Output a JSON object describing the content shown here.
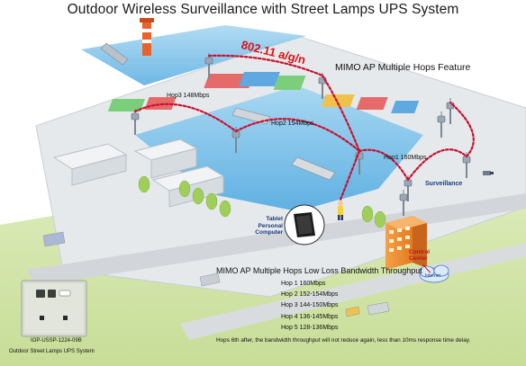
{
  "title": "Outdoor Wireless Surveillance with Street Lamps UPS System",
  "wifi_label": "802.11 a/g/n",
  "feature_label": "MIMO AP Multiple Hops Feature",
  "hop_labels": {
    "hop3": "Hop3 148Mbps",
    "hop2": "Hop2 154Mbps",
    "hop1": "Hop1 160Mbps"
  },
  "surveillance_label": "Surveillance",
  "tablet_label": [
    "Tablet",
    "Personal",
    "Computer"
  ],
  "control_center_label": [
    "Control",
    "Center"
  ],
  "internet_label": "Internet",
  "bandwidth": {
    "title": "MIMO AP Multiple Hops Low Loss Bandwidth Throughput",
    "hops": [
      "Hop 1 160Mbps",
      "Hop 2 152-154Mbps",
      "Hop 3 144-150Mbps",
      "Hop 4 136-145Mbps",
      "Hop 5 128-136Mbps"
    ],
    "note": "Hops 6th after, the bandwidth throughput will not reduce again, less than 10ms response time delay."
  },
  "product": {
    "model": "IOP-USSP-1224-09B",
    "caption": "Outdoor Street Lamps UPS System"
  },
  "colors": {
    "water": "#7fc3ea",
    "land": "#e9ecef",
    "grass": "#d6e8b0",
    "link": "#c8102e",
    "text": "#111111"
  }
}
